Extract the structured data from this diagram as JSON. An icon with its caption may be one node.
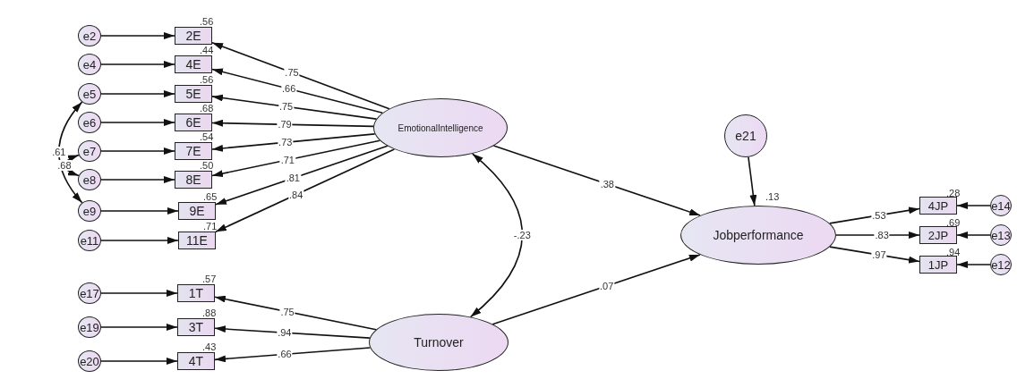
{
  "diagram": {
    "nodes": [
      {
        "text": [
          "e2"
        ]
      },
      {
        "text": [
          "2E"
        ],
        "beside": [
          ".56"
        ]
      },
      {
        "text": [
          "e4"
        ]
      },
      {
        "text": [
          "4E"
        ],
        "beside": [
          ".44"
        ]
      },
      {
        "text": [
          "e5"
        ]
      },
      {
        "text": [
          "5E"
        ],
        "beside": [
          ".56"
        ]
      },
      {
        "text": [
          "e6"
        ]
      },
      {
        "text": [
          "6E"
        ],
        "beside": [
          ".68"
        ]
      },
      {
        "text": [
          "e7"
        ]
      },
      {
        "text": [
          "7E"
        ],
        "beside": [
          ".54"
        ]
      },
      {
        "text": [
          "e8"
        ]
      },
      {
        "text": [
          "8E"
        ],
        "beside": [
          ".50"
        ]
      },
      {
        "text": [
          "e9"
        ]
      },
      {
        "text": [
          "9E"
        ],
        "beside": [
          ".65"
        ]
      },
      {
        "text": [
          "e11"
        ]
      },
      {
        "text": [
          "11E"
        ],
        "beside": [
          ".71"
        ]
      },
      {
        "text": [
          "EmotionalIntelligence"
        ]
      },
      {
        "text": [
          "e21"
        ]
      },
      {
        "text": [
          "Jobperformance"
        ],
        "beside": [
          ".13"
        ]
      },
      {
        "text": [
          "4JP"
        ],
        "beside": [
          ".28"
        ]
      },
      {
        "text": [
          "e14"
        ]
      },
      {
        "text": [
          "2JP"
        ],
        "beside": [
          ".69"
        ]
      },
      {
        "text": [
          "e13"
        ]
      },
      {
        "text": [
          "1JP"
        ],
        "beside": [
          ".94"
        ]
      },
      {
        "text": [
          "e12"
        ]
      },
      {
        "text": [
          "e17"
        ]
      },
      {
        "text": [
          "1T"
        ],
        "beside": [
          ".57"
        ]
      },
      {
        "text": [
          "e19"
        ]
      },
      {
        "text": [
          "3T"
        ],
        "beside": [
          ".88"
        ]
      },
      {
        "text": [
          "e20"
        ]
      },
      {
        "text": [
          "4T"
        ],
        "beside": [
          ".43"
        ]
      },
      {
        "text": [
          "Turnover"
        ]
      }
    ],
    "edges": [
      {
        "from": 0,
        "to": 1,
        "arrow": "to"
      },
      {
        "from": 2,
        "to": 3,
        "arrow": "to"
      },
      {
        "from": 4,
        "to": 5,
        "arrow": "to"
      },
      {
        "from": 6,
        "to": 7,
        "arrow": "to"
      },
      {
        "from": 8,
        "to": 9,
        "arrow": "to"
      },
      {
        "from": 10,
        "to": 11,
        "arrow": "to"
      },
      {
        "from": 12,
        "to": 13,
        "arrow": "to"
      },
      {
        "from": 14,
        "to": 15,
        "arrow": "to"
      },
      {
        "from": 4,
        "to": 12,
        "label": ".61",
        "arrow": "both"
      },
      {
        "from": 8,
        "to": 10,
        "label": ".68",
        "arrow": "both"
      },
      {
        "from": 16,
        "to": 1,
        "label": ".75",
        "arrow": "to"
      },
      {
        "from": 16,
        "to": 3,
        "label": ".66",
        "arrow": "to"
      },
      {
        "from": 16,
        "to": 5,
        "label": ".75",
        "arrow": "to"
      },
      {
        "from": 16,
        "to": 7,
        "label": ".79",
        "arrow": "to"
      },
      {
        "from": 16,
        "to": 9,
        "label": ".73",
        "arrow": "to"
      },
      {
        "from": 16,
        "to": 11,
        "label": ".71",
        "arrow": "to"
      },
      {
        "from": 16,
        "to": 13,
        "label": ".81",
        "arrow": "to"
      },
      {
        "from": 16,
        "to": 15,
        "label": ".84",
        "arrow": "to"
      },
      {
        "from": 16,
        "to": 18,
        "label": ".38",
        "arrow": "to"
      },
      {
        "from": 16,
        "to": 31,
        "label": "-.23",
        "arrow": "both"
      },
      {
        "from": 31,
        "to": 18,
        "label": ".07",
        "arrow": "to"
      },
      {
        "from": 17,
        "to": 18,
        "arrow": "to"
      },
      {
        "from": 18,
        "to": 19,
        "label": ".53",
        "arrow": "to"
      },
      {
        "from": 18,
        "to": 21,
        "label": ".83",
        "arrow": "to"
      },
      {
        "from": 18,
        "to": 23,
        "label": ".97",
        "arrow": "to"
      },
      {
        "from": 20,
        "to": 19,
        "arrow": "to"
      },
      {
        "from": 22,
        "to": 21,
        "arrow": "to"
      },
      {
        "from": 24,
        "to": 23,
        "arrow": "to"
      },
      {
        "from": 31,
        "to": 26,
        "label": ".75",
        "arrow": "to"
      },
      {
        "from": 31,
        "to": 28,
        "label": ".94",
        "arrow": "to"
      },
      {
        "from": 31,
        "to": 30,
        "label": ".66",
        "arrow": "to"
      },
      {
        "from": 25,
        "to": 26,
        "arrow": "to"
      },
      {
        "from": 27,
        "to": 28,
        "arrow": "to"
      },
      {
        "from": 29,
        "to": 30,
        "arrow": "to"
      }
    ]
  }
}
